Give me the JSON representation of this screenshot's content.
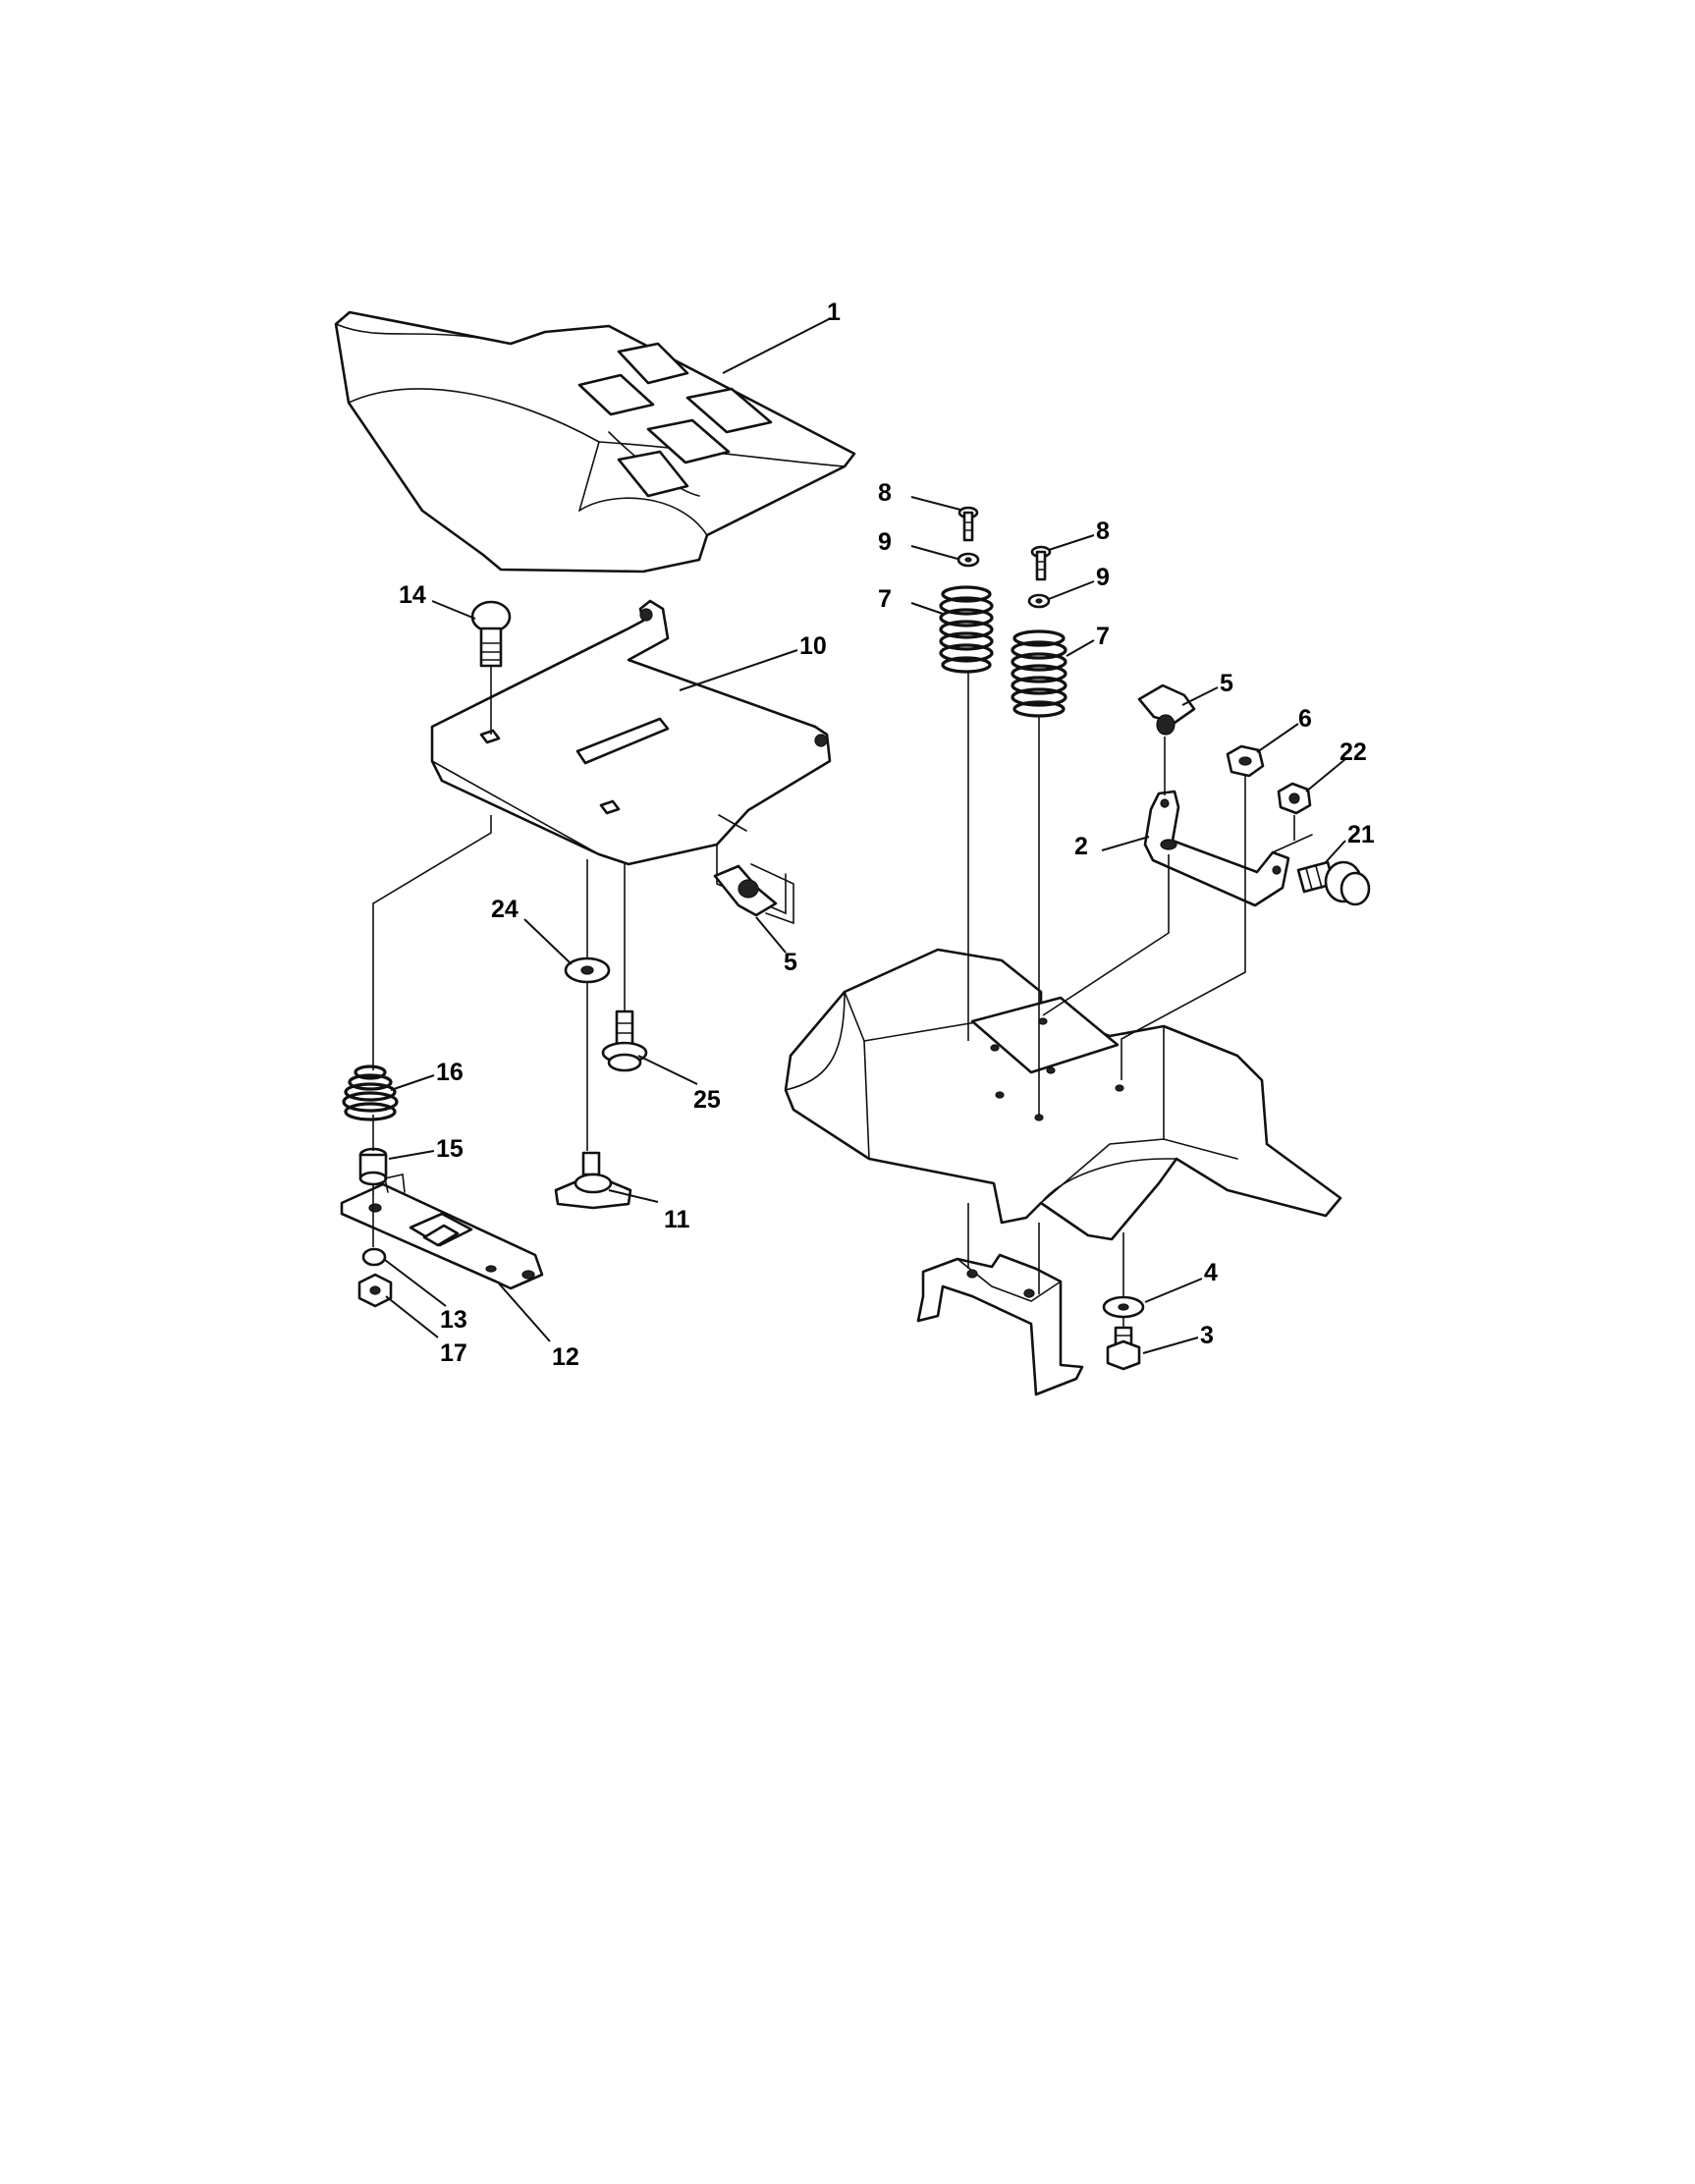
{
  "diagram": {
    "kind": "exploded parts view",
    "callouts": [
      {
        "id": "c1",
        "label": "1"
      },
      {
        "id": "c8a",
        "label": "8"
      },
      {
        "id": "c9a",
        "label": "9"
      },
      {
        "id": "c7a",
        "label": "7"
      },
      {
        "id": "c8b",
        "label": "8"
      },
      {
        "id": "c9b",
        "label": "9"
      },
      {
        "id": "c7b",
        "label": "7"
      },
      {
        "id": "c14",
        "label": "14"
      },
      {
        "id": "c10",
        "label": "10"
      },
      {
        "id": "c5a",
        "label": "5"
      },
      {
        "id": "c6",
        "label": "6"
      },
      {
        "id": "c22",
        "label": "22"
      },
      {
        "id": "c21",
        "label": "21"
      },
      {
        "id": "c2",
        "label": "2"
      },
      {
        "id": "c5b",
        "label": "5"
      },
      {
        "id": "c24",
        "label": "24"
      },
      {
        "id": "c16",
        "label": "16"
      },
      {
        "id": "c25",
        "label": "25"
      },
      {
        "id": "c15",
        "label": "15"
      },
      {
        "id": "c11",
        "label": "11"
      },
      {
        "id": "c4",
        "label": "4"
      },
      {
        "id": "c13",
        "label": "13"
      },
      {
        "id": "c3",
        "label": "3"
      },
      {
        "id": "c17",
        "label": "17"
      },
      {
        "id": "c12",
        "label": "12"
      }
    ]
  }
}
